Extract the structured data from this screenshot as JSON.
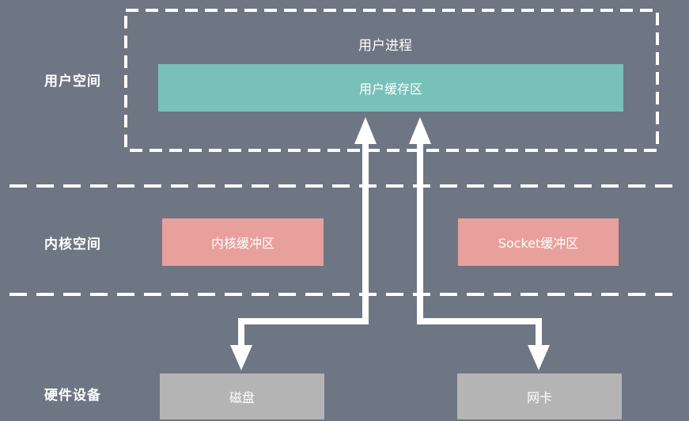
{
  "layers": {
    "user_space": "用户空间",
    "kernel_space": "内核空间",
    "hardware": "硬件设备"
  },
  "user_process": {
    "title": "用户进程",
    "buffer": "用户缓存区"
  },
  "kernel": {
    "kernel_buffer": "内核缓冲区",
    "socket_buffer": "Socket缓冲区"
  },
  "devices": {
    "disk": "磁盘",
    "nic": "网卡"
  },
  "colors": {
    "background": "#6e7684",
    "user_buffer": "#78c0b8",
    "kernel_box": "#e8a09c",
    "device_box": "#b4b4b4",
    "line": "#ffffff"
  }
}
